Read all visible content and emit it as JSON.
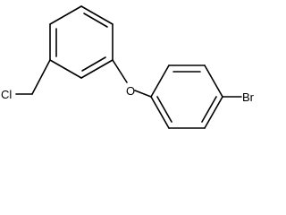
{
  "molecule": {
    "atoms": {
      "oxygen": "O",
      "bromine": "Br",
      "chlorine": "Cl"
    }
  }
}
